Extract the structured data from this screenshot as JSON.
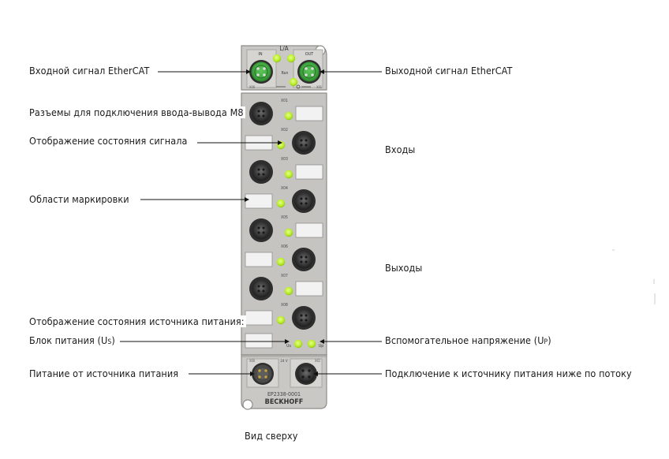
{
  "labels": {
    "ethercat_in": "Входной сигнал EtherCAT",
    "ethercat_out": "Выходной сигнал EtherCAT",
    "m8_connectors": "Разъемы для подключения ввода-вывода М8",
    "signal_status": "Отображение состояния сигнала",
    "inputs": "Входы",
    "marking_areas": "Области маркировки",
    "outputs": "Выходы",
    "power_status": "Отображение состояния источника питания:",
    "power_unit": "Блок питания (U",
    "power_unit_sub": "S",
    "aux_voltage": "Вспомогательное напряжение (U",
    "aux_voltage_sub": "P",
    "power_supply": "Питание от источника питания",
    "downstream": "Подключение к источнику питания ниже по потоку",
    "top_view": "Вид сверху",
    "close_paren": ")"
  },
  "module": {
    "la_label": "L/A",
    "in_label": "IN",
    "out_label": "OUT",
    "run_label": "Run",
    "x_in": "X00",
    "x_out": "X01",
    "channels": [
      "X01",
      "X02",
      "X03",
      "X04",
      "X05",
      "X06",
      "X07",
      "X08"
    ],
    "us_label": "Us",
    "up_label": "Up",
    "v24_label": "24 V",
    "x_pwr_in": "X60",
    "x_pwr_out": "X61",
    "model": "EP2338-0001",
    "brand": "BECKHOFF"
  },
  "colors": {
    "housing": "#c5c4c1",
    "housing_edge": "#8d8c88",
    "led": "#b6ec25",
    "ethercat_green": "#3fa83e",
    "marker": "#f2f2f2"
  }
}
